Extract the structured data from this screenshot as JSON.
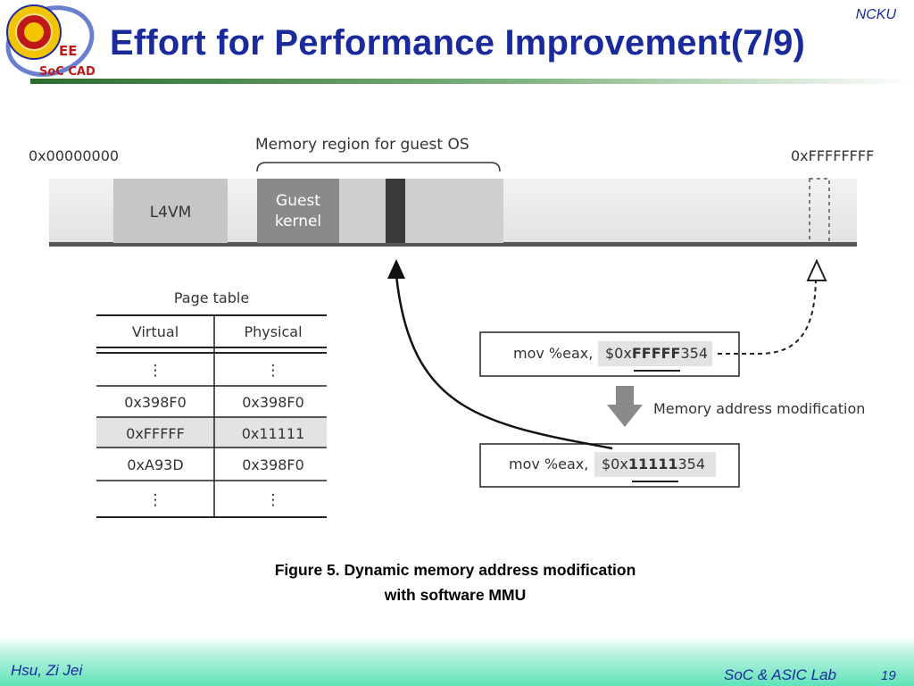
{
  "header": {
    "logo_text_1": "EE",
    "logo_text_2": "SoC CAD",
    "org": "NCKU",
    "title": "Effort for Performance Improvement(7/9)"
  },
  "figure": {
    "addr_start": "0x00000000",
    "addr_end": "0xFFFFFFFF",
    "region_label": "Memory region for guest OS",
    "block_l4vm": "L4VM",
    "block_guest_1": "Guest",
    "block_guest_2": "kernel",
    "page_table": {
      "title": "Page table",
      "headers": [
        "Virtual",
        "Physical"
      ],
      "rows": [
        [
          "⋮",
          "⋮"
        ],
        [
          "0x398F0",
          "0x398F0"
        ],
        [
          "0xFFFFF",
          "0x11111"
        ],
        [
          "0xA93D",
          "0x398F0"
        ],
        [
          "⋮",
          "⋮"
        ]
      ]
    },
    "instr1": {
      "op": "mov  %eax,",
      "prefix": "$0x",
      "bold": "FFFFF",
      "suffix": "354"
    },
    "modification_label": "Memory address modification",
    "instr2": {
      "op": "mov  %eax,",
      "prefix": "$0x",
      "bold": "11111",
      "suffix": "354"
    }
  },
  "caption": {
    "line1": "Figure 5. Dynamic memory address modification",
    "line2": "with software MMU"
  },
  "footer": {
    "author": "Hsu, Zi Jei",
    "lab": "SoC & ASIC Lab",
    "page": "19"
  },
  "colors": {
    "title_blue": "#1a2a9a",
    "logo_red": "#c0181a",
    "footer_green": "#5fe3b9"
  }
}
